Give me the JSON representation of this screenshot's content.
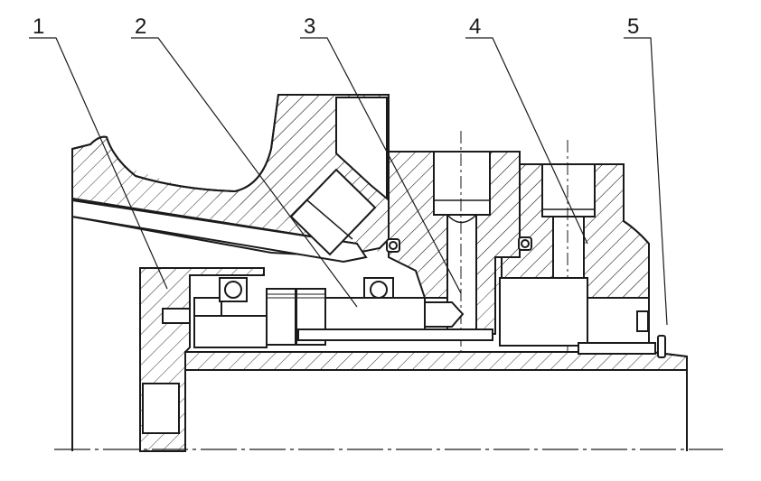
{
  "diagram": {
    "type": "mechanical cross-section drawing",
    "callouts": [
      {
        "label": "1"
      },
      {
        "label": "2"
      },
      {
        "label": "3"
      },
      {
        "label": "4"
      },
      {
        "label": "5"
      }
    ],
    "colors": {
      "line": "#1a1a1a",
      "hatch": "#333333",
      "background": "#ffffff"
    }
  }
}
